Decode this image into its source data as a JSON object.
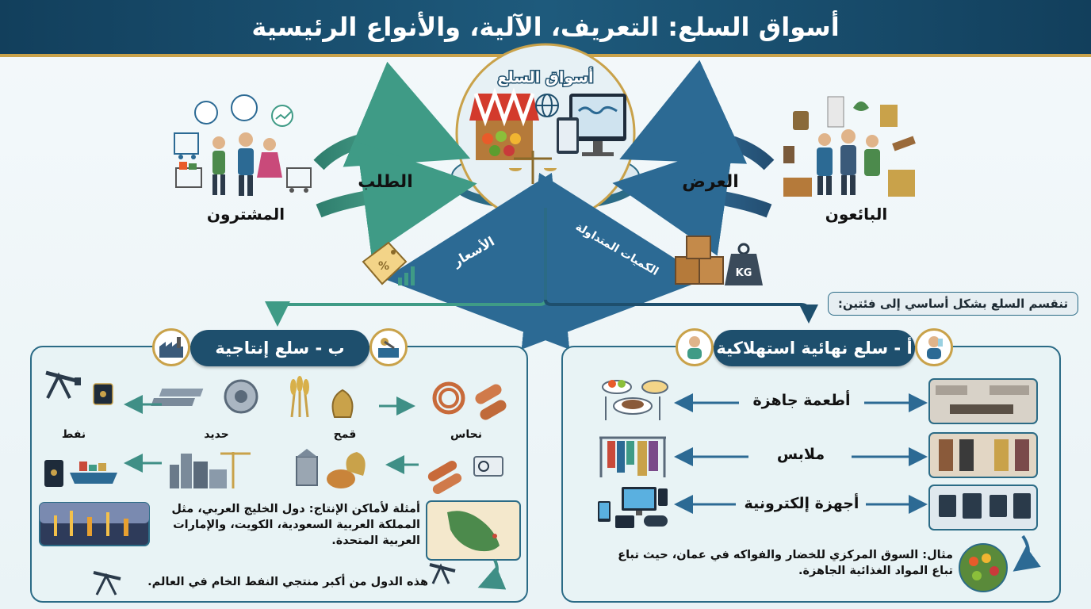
{
  "title": "أسواق السلع: التعريف، الآلية، والأنواع الرئيسية",
  "center": {
    "label": "أسواق السلع"
  },
  "flows": {
    "demand": "الطلب",
    "supply": "العرض",
    "buyers": "المشترون",
    "sellers": "البائعون",
    "prices": "الأسعار",
    "quantities": "الكميات المتداولة",
    "kg": "KG"
  },
  "split_note": "تنقسم السلع بشكل أساسي إلى فئتين:",
  "consumer": {
    "title": "أ - سلع نهائية استهلاكية",
    "items": [
      "أطعمة جاهزة",
      "ملابس",
      "أجهزة إلكترونية"
    ],
    "example_line1": "مثال: السوق المركزي للخضار والفواكه في عمان، حيث تباع",
    "example_line2": "تباع المواد الغذائية الجاهزة."
  },
  "production": {
    "title": "ب - سلع إنتاجية",
    "row1": [
      "نحاس",
      "قمح",
      "حديد",
      "نفط"
    ],
    "places_line1": "أمثلة لأماكن الإنتاج: دول الخليج العربي، مثل",
    "places_line2": "المملكة العربية السعودية، الكويت، والإمارات",
    "places_line3": "العربية المتحدة.",
    "oil_note": "هذه الدول من أكبر منتجي النفط الخام في العالم."
  },
  "colors": {
    "navy": "#1e4f6d",
    "green_arrow": "#3f9b86",
    "blue_arrow": "#2c6a94",
    "gold": "#c9a24a"
  }
}
